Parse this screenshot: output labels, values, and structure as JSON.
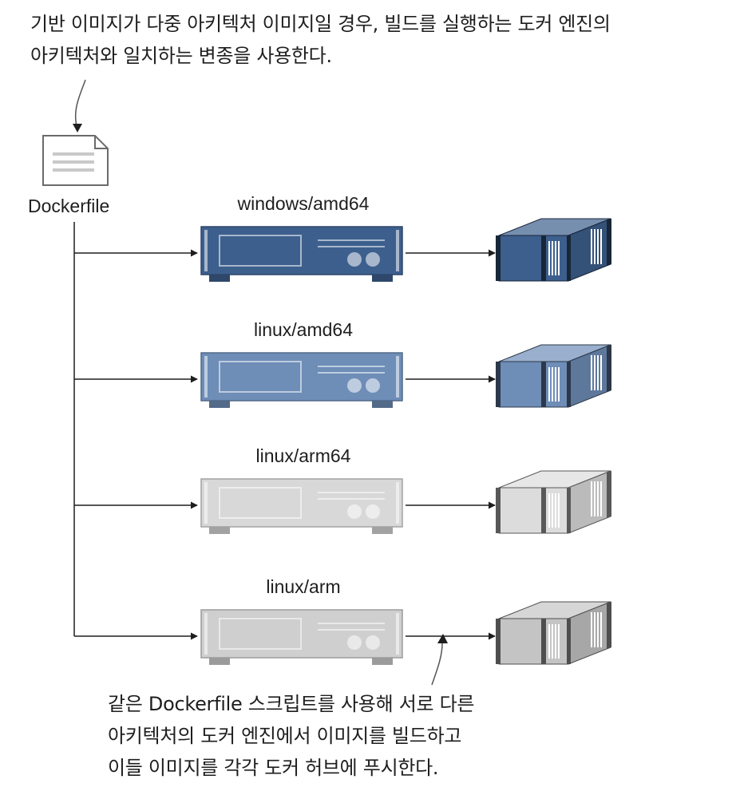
{
  "top_caption": {
    "line1": "기반 이미지가 다중 아키텍처 이미지일 경우, 빌드를 실행하는 도커 엔진의",
    "line2": "아키텍처와 일치하는 변종을 사용한다."
  },
  "dockerfile": {
    "label": "Dockerfile",
    "icon": "document-icon"
  },
  "architectures": [
    {
      "label": "windows/amd64",
      "server_color": "#3d5f8d",
      "container_color": "#3d5f8d"
    },
    {
      "label": "linux/amd64",
      "server_color": "#6e8db7",
      "container_color": "#6e8db7"
    },
    {
      "label": "linux/arm64",
      "server_color": "#d8d8d8",
      "container_color": "#dcdcdc"
    },
    {
      "label": "linux/arm",
      "server_color": "#cfcfcf",
      "container_color": "#c4c4c4"
    }
  ],
  "bottom_caption": {
    "line1": "같은 Dockerfile 스크립트를 사용해 서로 다른",
    "line2": "아키텍처의 도커 엔진에서 이미지를 빌드하고",
    "line3": "이들 이미지를 각각 도커 허브에 푸시한다."
  }
}
